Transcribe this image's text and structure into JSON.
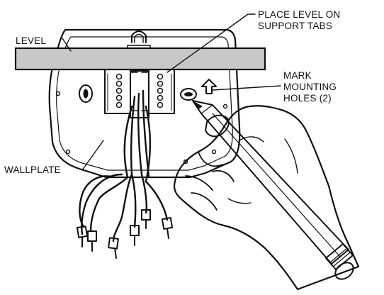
{
  "labels": {
    "level": "LEVEL",
    "place_level_line1": "PLACE LEVEL ON",
    "place_level_line2": "SUPPORT TABS",
    "mark_line1": "MARK",
    "mark_line2": "MOUNTING",
    "mark_line3": "HOLES (2)",
    "wallplate": "WALLPLATE"
  },
  "colors": {
    "ink": "#111111",
    "level_fill": "#c8c8c8",
    "paper": "#ffffff",
    "connector_fill": "#e8e8e8"
  }
}
